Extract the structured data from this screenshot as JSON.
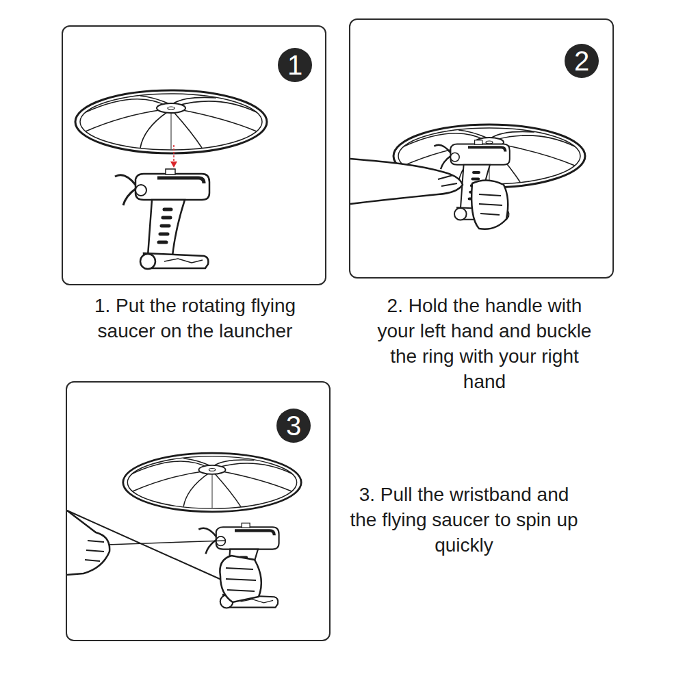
{
  "diagram": {
    "nodes": [
      {
        "text": [
          "1. Put the rotating flying saucer on the launcher"
        ]
      },
      {
        "text": [
          "1"
        ],
        "in": 0
      },
      {
        "text": [
          "2. Hold the handle with your left hand and buckle the ring with your right hand"
        ]
      },
      {
        "text": [
          "2"
        ],
        "in": 2
      },
      {
        "text": [
          "3. Pull the wristband and the flying saucer to spin up quickly"
        ]
      },
      {
        "text": [
          "3"
        ],
        "in": 4
      }
    ]
  }
}
